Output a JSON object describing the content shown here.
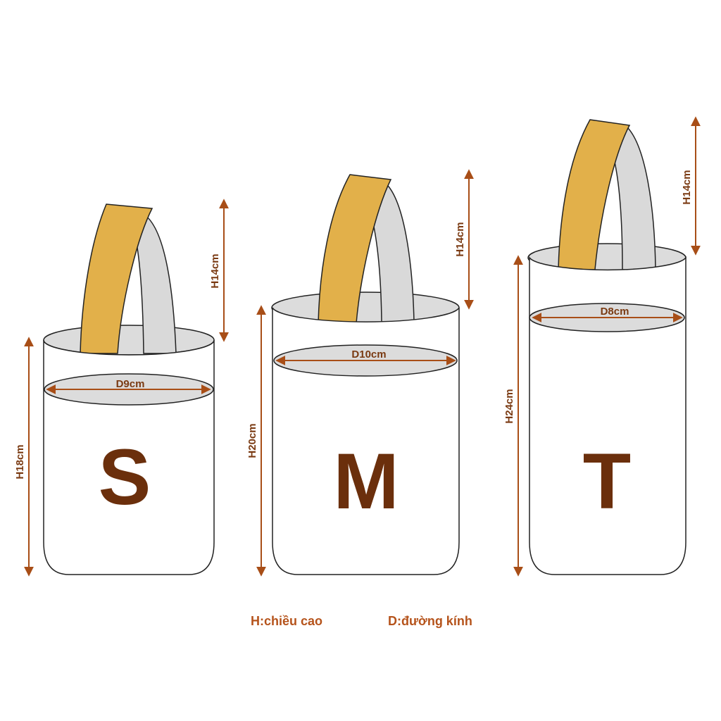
{
  "bags": [
    {
      "letter": "S",
      "height_label": "H18cm",
      "handle_label": "H14cm",
      "diameter_label": "D9cm"
    },
    {
      "letter": "M",
      "height_label": "H20cm",
      "handle_label": "H14cm",
      "diameter_label": "D10cm"
    },
    {
      "letter": "T",
      "height_label": "H24cm",
      "handle_label": "H14cm",
      "diameter_label": "D8cm"
    }
  ],
  "legend": {
    "height": "H:chiều cao",
    "diameter": "D:đường kính"
  },
  "colors": {
    "handle_front": "#e2b04a",
    "handle_back": "#d9d9d9",
    "bag_body": "#ffffff",
    "opening": "#dcdcdc",
    "dimension": "#a84e17",
    "letter": "#6b2f0c",
    "legend_text": "#b5531b"
  }
}
